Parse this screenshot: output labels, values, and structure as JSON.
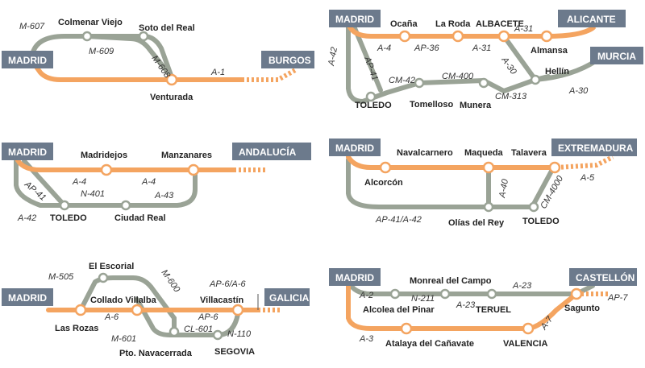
{
  "colors": {
    "highway": "#f4a460",
    "secondary": "#9aa396",
    "box": "#6c7a8c"
  },
  "maps": [
    {
      "id": "burgos",
      "start": "MADRID",
      "end": "BURGOS",
      "towns": [
        "Colmenar Viejo",
        "Soto del Real",
        "Venturada"
      ],
      "roads": [
        "M-607",
        "M-609",
        "M-608",
        "A-1"
      ]
    },
    {
      "id": "alicante-murcia",
      "start": "MADRID",
      "ends": [
        "ALICANTE",
        "MURCIA"
      ],
      "towns": [
        "Ocaña",
        "La Roda",
        "ALBACETE",
        "Almansa",
        "Hellín",
        "TOLEDO",
        "Tomelloso",
        "Munera"
      ],
      "roads": [
        "A-4",
        "AP-36",
        "A-31",
        "A-31",
        "A-42",
        "AP-41",
        "CM-42",
        "CM-400",
        "A-30",
        "CM-313",
        "A-30"
      ]
    },
    {
      "id": "andalucia",
      "start": "MADRID",
      "end": "ANDALUCÍA",
      "towns": [
        "Madridejos",
        "Manzanares",
        "TOLEDO",
        "Ciudad Real"
      ],
      "roads": [
        "A-4",
        "A-4",
        "AP-41",
        "N-401",
        "A-43",
        "A-42"
      ]
    },
    {
      "id": "extremadura",
      "start": "MADRID",
      "end": "EXTREMADURA",
      "towns": [
        "Navalcarnero",
        "Maqueda",
        "Talavera",
        "Alcorcón",
        "Olías del Rey",
        "TOLEDO"
      ],
      "roads": [
        "A-5",
        "A-40",
        "CM-4000",
        "AP-41/A-42"
      ]
    },
    {
      "id": "galicia",
      "start": "MADRID",
      "end": "GALICIA",
      "towns": [
        "El Escorial",
        "Collado Villalba",
        "Villacastín",
        "Las Rozas",
        "Pto. Navacerrada",
        "SEGOVIA"
      ],
      "roads": [
        "M-505",
        "M-600",
        "AP-6/A-6",
        "A-6",
        "AP-6",
        "M-601",
        "CL-601",
        "N-110"
      ]
    },
    {
      "id": "castellon",
      "start": "MADRID",
      "end": "CASTELLÓN",
      "towns": [
        "Monreal del Campo",
        "Alcolea del Pinar",
        "TERUEL",
        "Sagunto",
        "Atalaya del Cañavate",
        "VALENCIA"
      ],
      "roads": [
        "A-2",
        "N-211",
        "A-23",
        "A-23",
        "AP-7",
        "A-7",
        "A-3"
      ]
    }
  ]
}
